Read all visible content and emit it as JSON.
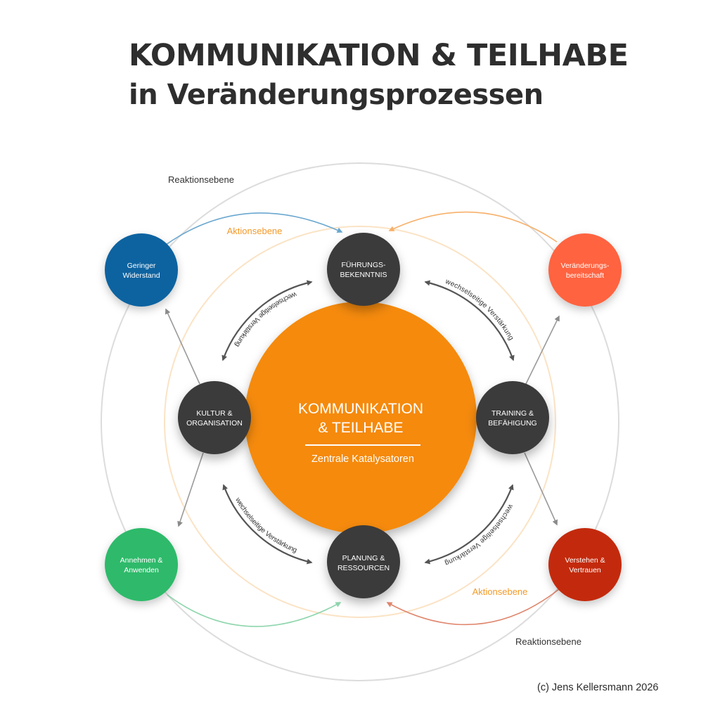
{
  "header": {
    "title_line1": "KOMMUNIKATION & TEILHABE",
    "title_line2": "in Veränderungsprozessen"
  },
  "center": {
    "line1": "KOMMUNIKATION",
    "line2": "& TEILHABE",
    "subtitle": "Zentrale Katalysatoren",
    "color": "#f58a07"
  },
  "inner_nodes": {
    "fuehrung": [
      "FÜHRUNGS-",
      "BEKENNTNIS"
    ],
    "training": [
      "TRAINING &",
      "BEFÄHIGUNG"
    ],
    "planung": [
      "PLANUNG &",
      "RESSOURCEN"
    ],
    "kultur": [
      "KULTUR &",
      "ORGANISATION"
    ],
    "color": "#3a3a3a"
  },
  "outer_nodes": {
    "widerstand": {
      "lines": [
        "Geringer",
        "Widerstand"
      ],
      "color": "#0b64a0"
    },
    "bereitschaft": {
      "lines": [
        "Veränderungs-",
        "bereitschaft"
      ],
      "color": "#ff6340"
    },
    "vertrauen": {
      "lines": [
        "Verstehen &",
        "Vertrauen"
      ],
      "color": "#c32a0e"
    },
    "anwenden": {
      "lines": [
        "Annehmen &",
        "Anwenden"
      ],
      "color": "#2dba6a"
    }
  },
  "reinforcement_label": "wechselseitige Verstärkung",
  "levels": {
    "reaktion_top": "Reaktionsebene",
    "reaktion_bottom": "Reaktionsebene",
    "aktion_top": "Aktionsebene",
    "aktion_bottom": "Aktionsebene",
    "aktion_color": "#f39a2a"
  },
  "footer": {
    "copyright": "(c) Jens Kellersmann 2026"
  }
}
